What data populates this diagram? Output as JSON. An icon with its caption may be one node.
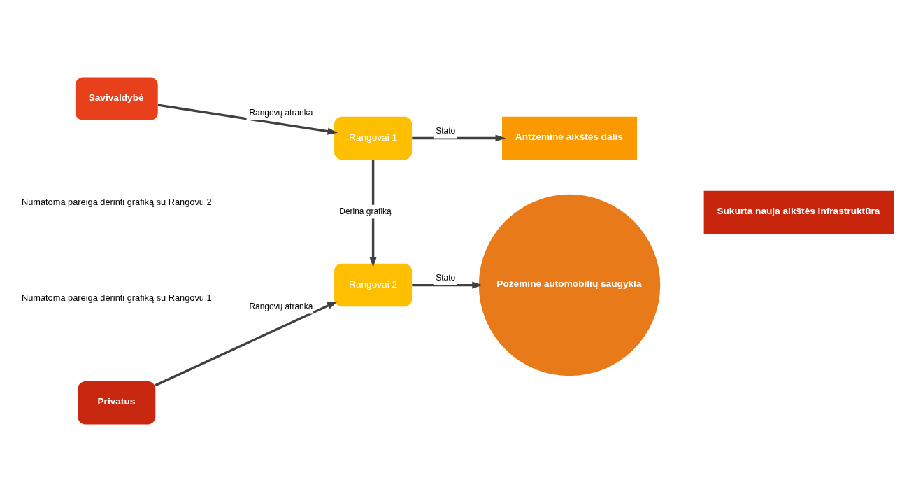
{
  "diagram": {
    "nodes": [
      {
        "text": [
          "Savivaldybė"
        ]
      },
      {
        "text": [
          "Rangovai 1"
        ]
      },
      {
        "text": [
          "Antžeminė aikštės dalis"
        ]
      },
      {
        "text": [
          "Privatus"
        ]
      },
      {
        "text": [
          "Rangovai 2"
        ]
      },
      {
        "text": [
          "Požeminė automobilių saugykla"
        ]
      },
      {
        "text": [
          "Sukurta nauja aikštės infrastruktūra"
        ]
      }
    ],
    "edges": [
      {
        "from": 0,
        "to": 1,
        "arrow": "to",
        "label": "Rangovų atranka"
      },
      {
        "from": 1,
        "to": 2,
        "arrow": "to",
        "label": "Stato"
      },
      {
        "from": 1,
        "to": 4,
        "arrow": "to",
        "label": "Derina grafiką"
      },
      {
        "from": 3,
        "to": 4,
        "arrow": "to",
        "label": "Rangovų atranka"
      },
      {
        "from": 4,
        "to": 5,
        "arrow": "to",
        "label": "Stato"
      }
    ],
    "labels": [
      "Numatoma pareiga derinti grafiką su Rangovu 2",
      "Numatoma pareiga derinti grafiką su Rangovu 1"
    ]
  }
}
